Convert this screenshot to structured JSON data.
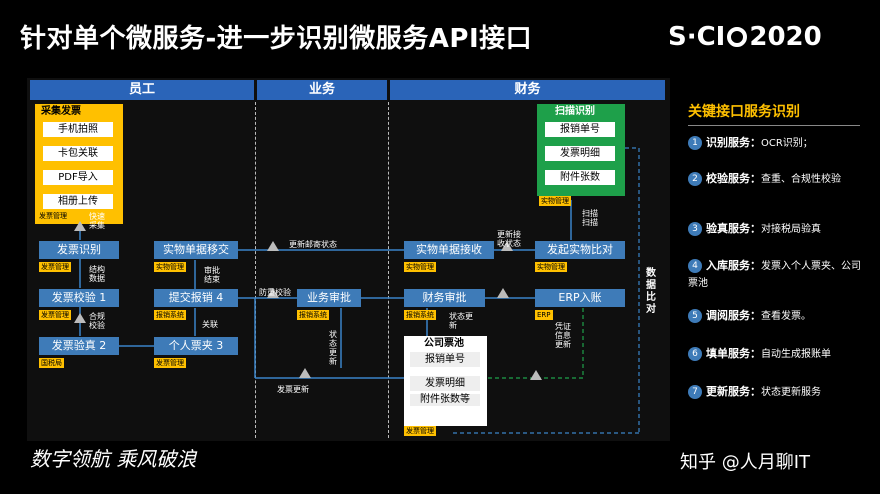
{
  "title": "针对单个微服务-进一步识别微服务API接口",
  "brand": {
    "left": "S·CI",
    "right": "2020"
  },
  "lanes": [
    "员工",
    "业务",
    "财务"
  ],
  "collect": {
    "title": "采集发票",
    "items": [
      "手机拍照",
      "卡包关联",
      "PDF导入",
      "相册上传"
    ],
    "tag": "发票管理",
    "arrow_label": "快速采集"
  },
  "scan": {
    "title": "扫描识别",
    "items": [
      "报销单号",
      "发票明细",
      "附件张数"
    ],
    "tag": "实物管理",
    "arrow_label": "扫描扫描"
  },
  "employee": {
    "invoice_recognition": {
      "label": "发票识别",
      "tag": "发票管理"
    },
    "recognition_label": "结构数据",
    "invoice_check": {
      "label": "发票校验",
      "num": "1",
      "tag": "发票管理"
    },
    "compliance_label": "合规校验",
    "invoice_verify": {
      "label": "发票验真",
      "num": "2",
      "tag": "国税局"
    },
    "physical_transfer": {
      "label": "实物单据移交",
      "tag": "实物管理"
    },
    "submit": {
      "label": "提交报销",
      "num": "4",
      "tag": "报销系统"
    },
    "approve_end_label": "审批结束",
    "personal_folder": {
      "label": "个人票夹",
      "num": "3",
      "tag": "发票管理"
    },
    "associate_label": "关联"
  },
  "business": {
    "approval": {
      "label": "业务审批",
      "tag": "报销系统"
    },
    "trigger_label": "防重校验",
    "update_mail_label": "更新邮寄状态",
    "state_update_label": "状态更新",
    "invoice_update_label": "发票更新"
  },
  "finance": {
    "physical_receive": {
      "label": "实物单据接收",
      "tag": "实物管理"
    },
    "receive_update_label": "更新接收状态",
    "physical_compare": {
      "label": "发起实物比对",
      "tag": "实物管理"
    },
    "finance_approval": {
      "label": "财务审批",
      "tag": "报销系统"
    },
    "erp": {
      "label": "ERP入账",
      "tag": "ERP"
    },
    "state_update_label": "状态更新",
    "voucher_label": "凭证信息更新",
    "data_compare_label": "数据比对"
  },
  "company_pool": {
    "title": "公司票池",
    "items": [
      "报销单号",
      "发票明细",
      "附件张数等"
    ],
    "tag": "发票管理"
  },
  "side": {
    "title": "关键接口服务识别",
    "items": [
      {
        "num": "1",
        "name": "识别服务：",
        "desc": "OCR识别；"
      },
      {
        "num": "2",
        "name": "校验服务：",
        "desc": "查重、合规性校验"
      },
      {
        "num": "3",
        "name": "验真服务：",
        "desc": "对接税局验真"
      },
      {
        "num": "4",
        "name": "入库服务：",
        "desc": "发票入个人票夹、公司票池"
      },
      {
        "num": "5",
        "name": "调阅服务：",
        "desc": "查看发票。"
      },
      {
        "num": "6",
        "name": "填单服务：",
        "desc": "自动生成报账单"
      },
      {
        "num": "7",
        "name": "更新服务：",
        "desc": "状态更新服务"
      }
    ]
  },
  "footer": {
    "slogan": "数字领航 乘风破浪",
    "watermark": "知乎 @人月聊IT"
  },
  "colors": {
    "box_blue": "#3e7bb8",
    "header_blue": "#2a64b8",
    "yellow": "#ffc000",
    "green": "#1ea04a",
    "line": "#3a84c8"
  }
}
